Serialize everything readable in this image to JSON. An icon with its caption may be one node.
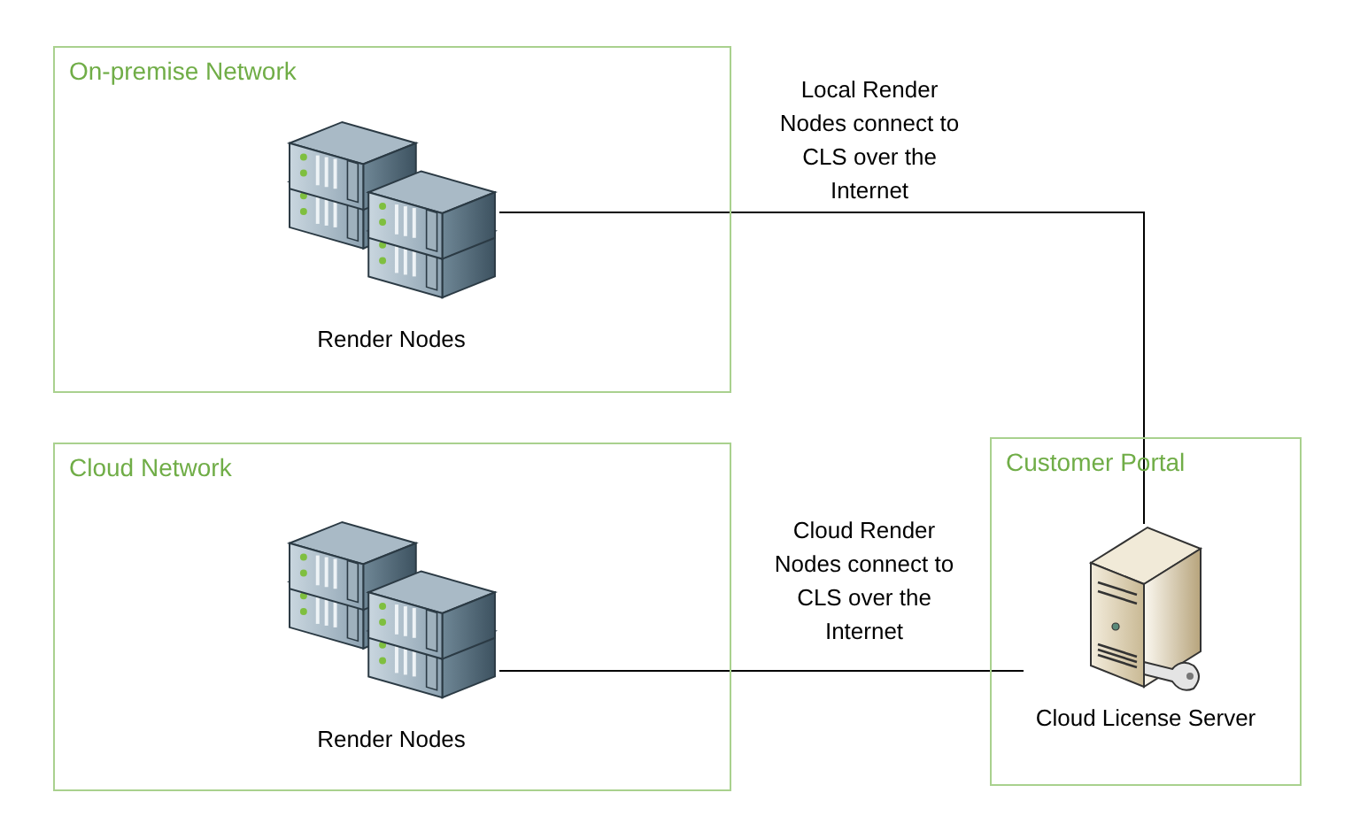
{
  "diagram": {
    "nodes": [
      {
        "text": [
          "On-premise Network"
        ]
      },
      {
        "text": [
          "Render Nodes"
        ],
        "in": 0
      },
      {
        "text": [
          "Cloud Network"
        ]
      },
      {
        "text": [
          "Render Nodes"
        ],
        "in": 2
      },
      {
        "text": [
          "Customer Portal"
        ]
      },
      {
        "text": [
          "Cloud License Server"
        ],
        "in": 4
      }
    ],
    "edges": [
      {
        "from": 1,
        "to": 5,
        "arrow": "none",
        "label": "Local Render Nodes connect to CLS over the Internet"
      },
      {
        "from": 3,
        "to": 5,
        "arrow": "none",
        "label": "Cloud Render Nodes connect to CLS over the Internet"
      }
    ]
  }
}
